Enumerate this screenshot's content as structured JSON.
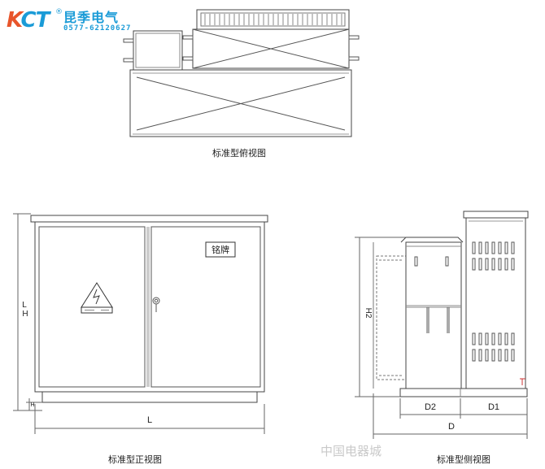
{
  "logo": {
    "mark_k": "K",
    "mark_c": "C",
    "mark_t": "T",
    "registered": "®",
    "name": "昆季电气",
    "phone": "0577-62120627",
    "colors": {
      "orange": "#e8552b",
      "blue": "#1a9bd7"
    }
  },
  "views": {
    "top_caption": "标准型俯视图",
    "front_caption": "标准型正视图",
    "side_caption": "标准型侧视图"
  },
  "front": {
    "nameplate": "铭牌",
    "dim_height": "H",
    "dim_length": "L",
    "dim_h_mark": "L",
    "dim_h2": "H"
  },
  "side": {
    "dim_h": "H2",
    "dim_d2": "D2",
    "dim_d1": "D1",
    "dim_d": "D"
  },
  "watermark": "中国电器城"
}
